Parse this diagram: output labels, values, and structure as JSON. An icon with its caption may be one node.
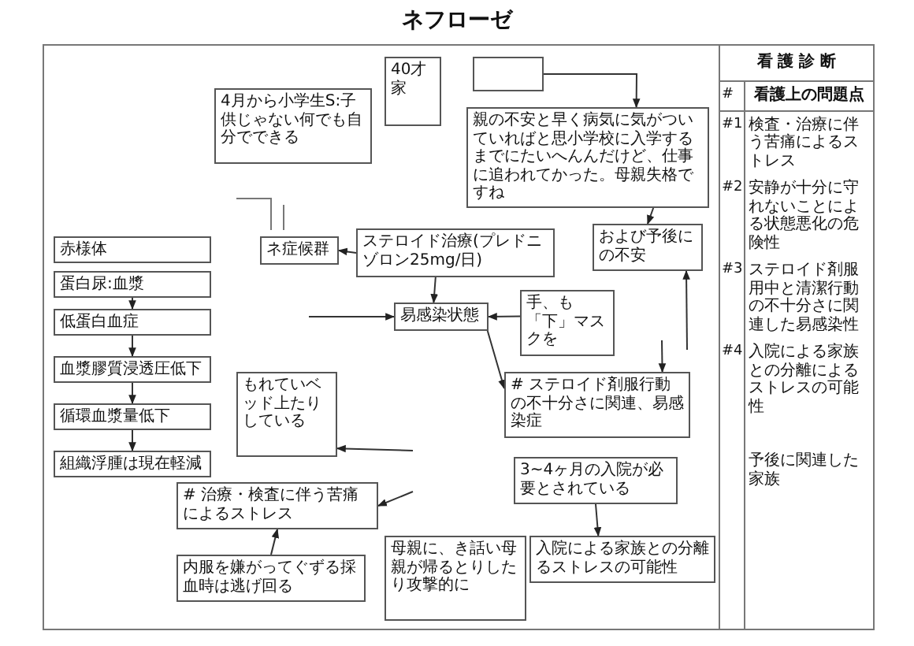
{
  "diagram": {
    "title": "ネフローゼ",
    "nodes": [
      {
        "text": [],
        "shape": "box"
      },
      {
        "text": [
          "40才家"
        ]
      },
      {
        "text": [
          "4月から小学生S:子供じゃない何でも自分でできる"
        ]
      },
      {
        "text": [
          "親の不安と早く病気に気がついていればと思小学校に入学するまでにたいへんんだけど、仕事に追われてかった。母親失格ですね"
        ]
      },
      {
        "text": [
          "および予後にの不安"
        ]
      },
      {
        "text": [
          "ネ症候群"
        ]
      },
      {
        "text": [
          "ステロイド治療(プレドニゾロン25mg/日)"
        ]
      },
      {
        "text": [
          "易感染状態"
        ]
      },
      {
        "text": [
          "手、も「下」マスクを"
        ]
      },
      {
        "text": [
          "# ステロイド剤服行動の不十分さに関連、易感染症"
        ]
      },
      {
        "text": [
          "3~4ヶ月の入院が必要とされている"
        ]
      },
      {
        "text": [
          "入院による家族との分離るストレスの可能性"
        ]
      },
      {
        "text": [
          "赤様体"
        ]
      },
      {
        "text": [
          "蛋白尿:血漿"
        ]
      },
      {
        "text": [
          "低蛋白血症"
        ]
      },
      {
        "text": [
          "血漿膠質浸透圧低下"
        ]
      },
      {
        "text": [
          "循環血漿量低下"
        ]
      },
      {
        "text": [
          "組織浮腫は現在軽減"
        ]
      },
      {
        "text": [
          "もれていベッド上たりしている"
        ]
      },
      {
        "text": [
          "# 治療・検査に伴う苦痛によるストレス"
        ]
      },
      {
        "text": [
          "内服を嫌がってぐずる採血時は逃げ回る"
        ]
      },
      {
        "text": [
          "母親に、き話い母親が帰るとりしたり攻撃的に"
        ]
      }
    ],
    "edges": [
      {
        "from": 6,
        "to": 5,
        "arrow": "to"
      },
      {
        "from": 6,
        "to": 7,
        "arrow": "to"
      },
      {
        "from": 8,
        "to": 7,
        "arrow": "to"
      },
      {
        "from": 7,
        "to": 9,
        "arrow": "to"
      },
      {
        "from": null,
        "to": 7,
        "arrow": "to"
      },
      {
        "from": 0,
        "to": 3,
        "arrow": "to"
      },
      {
        "from": 3,
        "to": 4,
        "arrow": "to"
      },
      {
        "from": null,
        "to": 4,
        "arrow": "to"
      },
      {
        "from": 10,
        "to": 11,
        "arrow": "to"
      },
      {
        "from": 13,
        "to": 14,
        "arrow": "to"
      },
      {
        "from": 14,
        "to": 15,
        "arrow": "to"
      },
      {
        "from": 15,
        "to": 16,
        "arrow": "to"
      },
      {
        "from": 16,
        "to": 17,
        "arrow": "to"
      },
      {
        "from": 20,
        "to": 19,
        "arrow": "to"
      },
      {
        "from": null,
        "to": 19,
        "arrow": "to"
      },
      {
        "from": null,
        "to": 18,
        "arrow": "to"
      },
      {
        "from": null,
        "to": 9,
        "arrow": "to"
      }
    ],
    "labels": [
      "看 護 診 断",
      "#",
      "看護上の問題点",
      "#1",
      "検査・治療に伴う苦痛によるストレス",
      "#2",
      "安静が十分に守れないことによる状態悪化の危険性",
      "#3",
      "ステロイド剤服用中と清潔行動の不十分さに関連した易感染性",
      "#4",
      "入院による家族との分離によるストレスの可能性",
      "予後に関連した家族"
    ]
  }
}
